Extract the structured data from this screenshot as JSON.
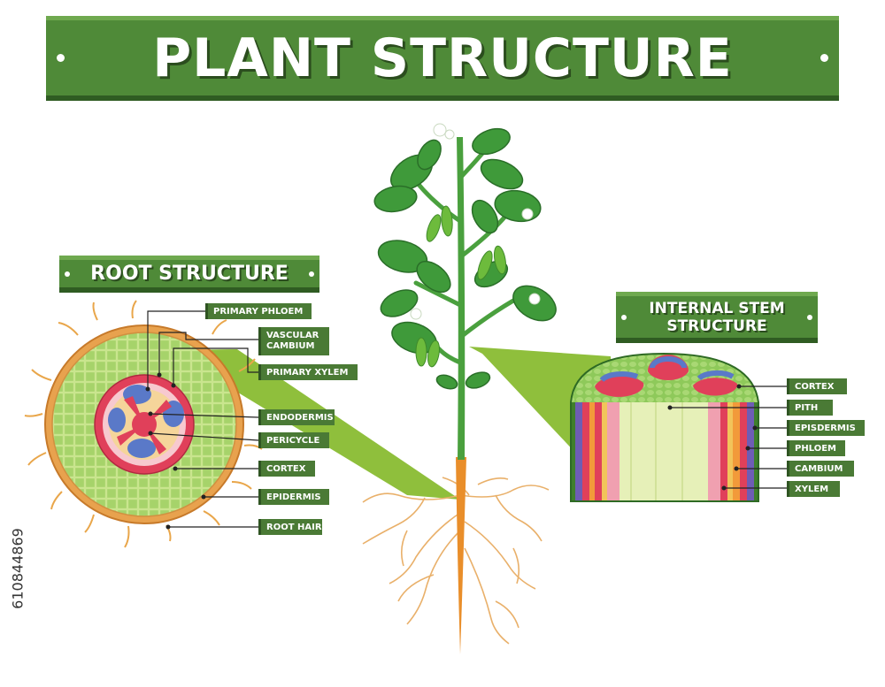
{
  "title": "PLANT STRUCTURE",
  "root_section": {
    "title": "ROOT STRUCTURE",
    "labels": [
      "PRIMARY PHLOEM",
      "VASCULAR\nCAMBIUM",
      "PRIMARY XYLEM",
      "ENDODERMIS",
      "PERICYCLE",
      "CORTEX",
      "EPIDERMIS",
      "ROOT HAIR"
    ]
  },
  "stem_section": {
    "title": "INTERNAL STEM\nSTRUCTURE",
    "labels": [
      "CORTEX",
      "PITH",
      "EPISDERMIS",
      "PHLOEM",
      "CAMBIUM",
      "XYLEM"
    ]
  },
  "stock_id": "610844869",
  "colors": {
    "banner": "#4f8a38",
    "leaf": "#3f9a3a",
    "stem": "#4aa03e",
    "root": "#e98e2a",
    "cortex_cells": "#a9d46a",
    "endodermis": "#e0405a",
    "xylem_blue": "#5a79c8",
    "zoom_wedge": "#8fbf3c"
  }
}
